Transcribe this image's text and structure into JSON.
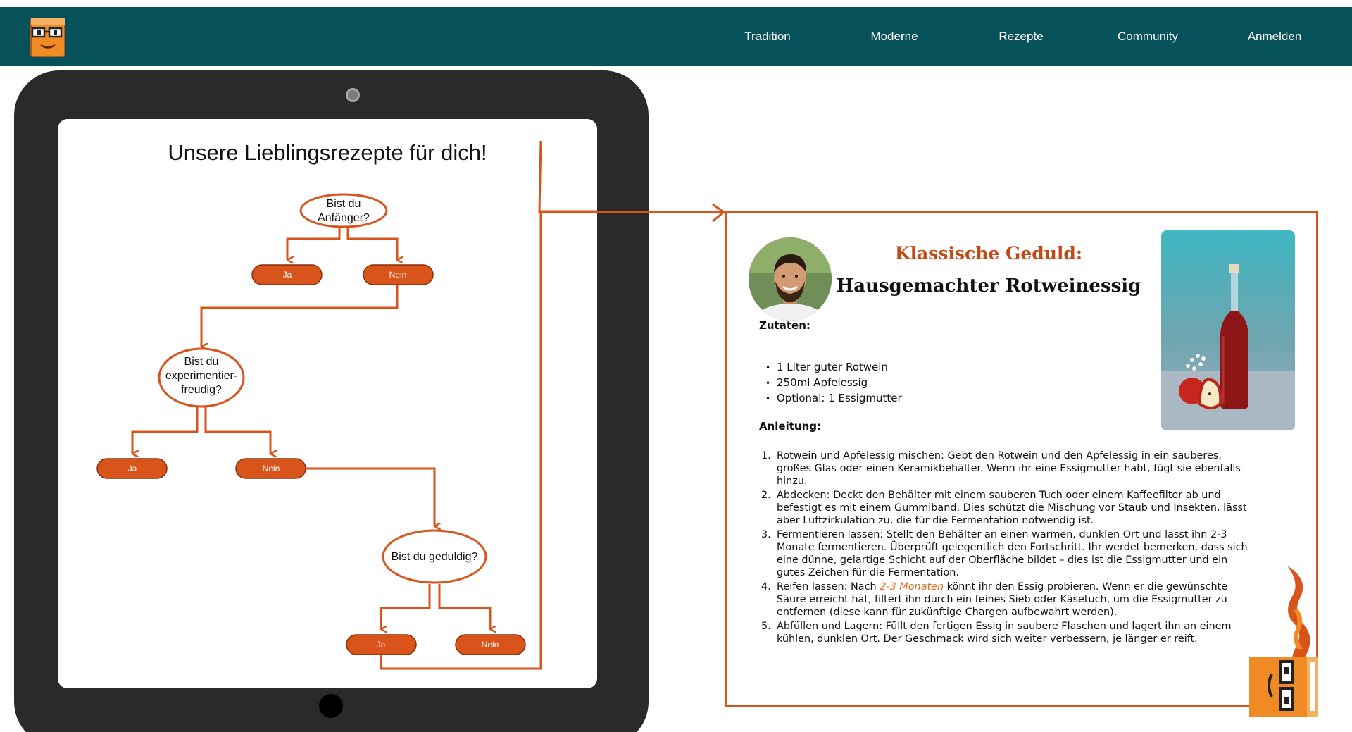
{
  "nav": {
    "items": [
      "Tradition",
      "Moderne",
      "Rezepte",
      "Community",
      "Anmelden"
    ],
    "logo_icon": "book-mascot-icon"
  },
  "tablet": {
    "title": "Unsere Lieblingsrezepte für dich!",
    "flow": {
      "q1_line1": "Bist du",
      "q1_line2": "Anfänger?",
      "q2_line1": "Bist du",
      "q2_line2": "experimentier-",
      "q2_line3": "freudig?",
      "q3": "Bist du geduldig?",
      "yes": "Ja",
      "no": "Nein"
    }
  },
  "recipe": {
    "subtitle": "Klassische Geduld:",
    "title": "Hausgemachter Rotweinessig",
    "ingredients_heading": "Zutaten:",
    "ingredients": [
      "1 Liter guter Rotwein",
      "250ml Apfelessig",
      "Optional: 1 Essigmutter"
    ],
    "instructions_heading": "Anleitung:",
    "steps": [
      {
        "num": "1.",
        "before": "Rotwein und Apfelessig mischen: Gebt den Rotwein und den Apfelessig in ein sauberes, großes Glas oder einen Keramikbehälter. Wenn ihr eine Essigmutter habt, fügt sie ebenfalls hinzu.",
        "highlight": "",
        "after": ""
      },
      {
        "num": "2.",
        "before": "Abdecken: Deckt den Behälter mit einem sauberen Tuch oder einem Kaffeefilter ab und befestigt es mit einem Gummiband. Dies schützt die Mischung vor Staub und Insekten, lässt aber Luftzirkulation zu, die für die Fermentation notwendig ist.",
        "highlight": "",
        "after": ""
      },
      {
        "num": "3.",
        "before": "Fermentieren lassen: Stellt den Behälter an einen warmen, dunklen Ort und lasst ihn 2-3 Monate fermentieren. Überprüft gelegentlich den Fortschritt. Ihr werdet bemerken, dass sich eine dünne, gelartige Schicht auf der Oberfläche bildet – dies ist die Essigmutter und ein gutes Zeichen für die Fermentation.",
        "highlight": "",
        "after": ""
      },
      {
        "num": "4.",
        "before": "Reifen lassen: Nach ",
        "highlight": "2-3 Monaten",
        "after": " könnt ihr den Essig probieren. Wenn er die gewünschte Säure erreicht hat, filtert ihn durch ein feines Sieb oder Käsetuch, um die Essigmutter zu entfernen (diese kann für zukünftige Chargen aufbewahrt werden)."
      },
      {
        "num": "5.",
        "before": "Abfüllen und Lagern: Füllt den fertigen Essig in saubere Flaschen und lagert ihn an einem kühlen, dunklen Ort. Der Geschmack wird sich weiter verbessern, je länger er reift.",
        "highlight": "",
        "after": ""
      }
    ]
  },
  "colors": {
    "navbar": "#07515a",
    "accent": "#d9561a",
    "pill": "#d9541a",
    "tablet": "#2b2a2a"
  }
}
